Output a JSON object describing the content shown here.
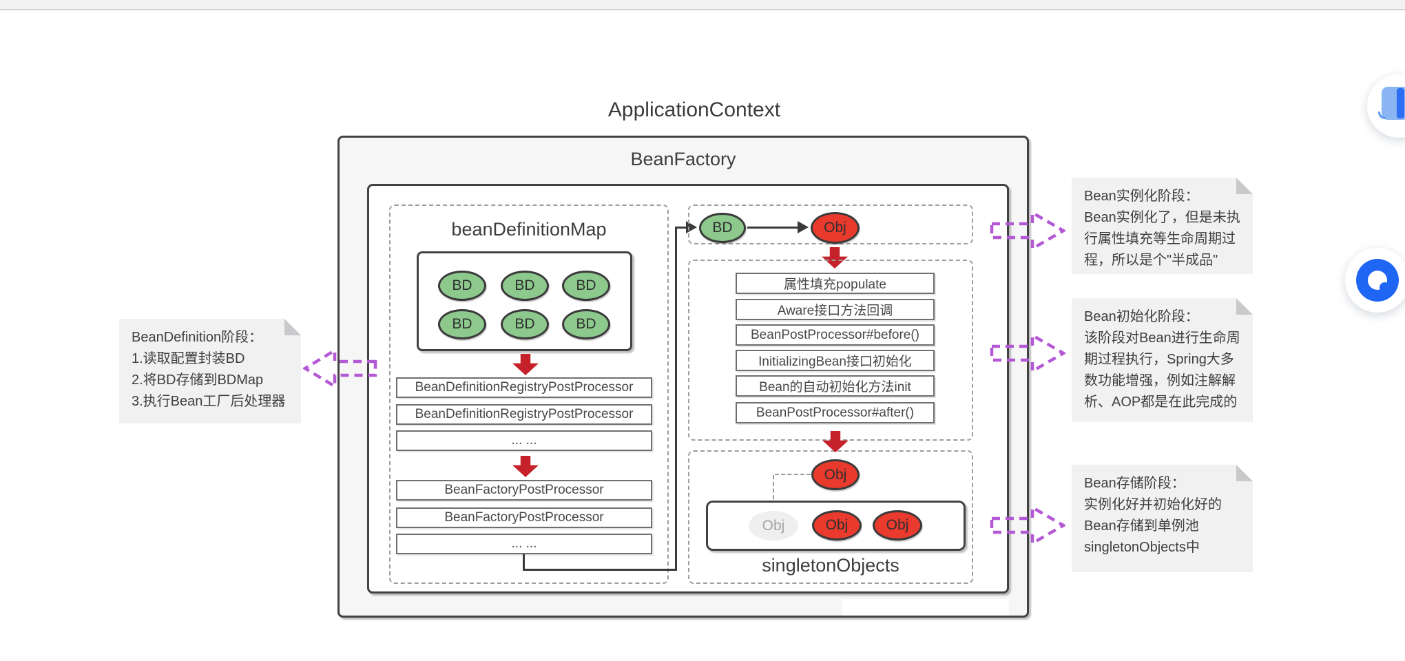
{
  "title": "ApplicationContext",
  "bean_factory": {
    "label": "BeanFactory",
    "definition_area": {
      "label": "beanDefinitionMap",
      "bd_labels": [
        "BD",
        "BD",
        "BD",
        "BD",
        "BD",
        "BD"
      ],
      "registry_list": [
        "BeanDefinitionRegistryPostProcessor",
        "BeanDefinitionRegistryPostProcessor",
        "...  ..."
      ],
      "factory_list": [
        "BeanFactoryPostProcessor",
        "BeanFactoryPostProcessor",
        "...  ..."
      ]
    },
    "instantiation_row": {
      "bd": "BD",
      "obj": "Obj"
    },
    "initialization_steps": [
      "属性填充populate",
      "Aware接口方法回调",
      "BeanPostProcessor#before()",
      "InitializingBean接口初始化",
      "Bean的自动初始化方法init",
      "BeanPostProcessor#after()"
    ],
    "storage_area": {
      "incoming_obj": "Obj",
      "pool_label": "singletonObjects",
      "pool_objs": [
        "Obj",
        "Obj",
        "Obj"
      ]
    }
  },
  "annotations": {
    "left_note": [
      "BeanDefinition阶段：",
      "1.读取配置封装BD",
      "2.将BD存储到BDMap",
      "3.执行Bean工厂后处理器"
    ],
    "right_notes": [
      [
        "Bean实例化阶段：",
        "Bean实例化了，但是未执",
        "行属性填充等生命周期过",
        "程，所以是个\"半成品\""
      ],
      [
        "Bean初始化阶段：",
        "该阶段对Bean进行生命周",
        "期过程执行，Spring大多",
        "数功能增强，例如注解解",
        "析、AOP都是在此完成的"
      ],
      [
        "Bean存储阶段：",
        "实例化好并初始化好的",
        "Bean存储到单例池",
        "singletonObjects中"
      ]
    ]
  },
  "colors": {
    "green": "#8dc98d",
    "red_ellipse": "#ea3a2e",
    "red_arrow": "#c5212b",
    "purple": "#b459d6",
    "note_bg": "#f1f1f2",
    "quark_blue": "#2066f5"
  }
}
